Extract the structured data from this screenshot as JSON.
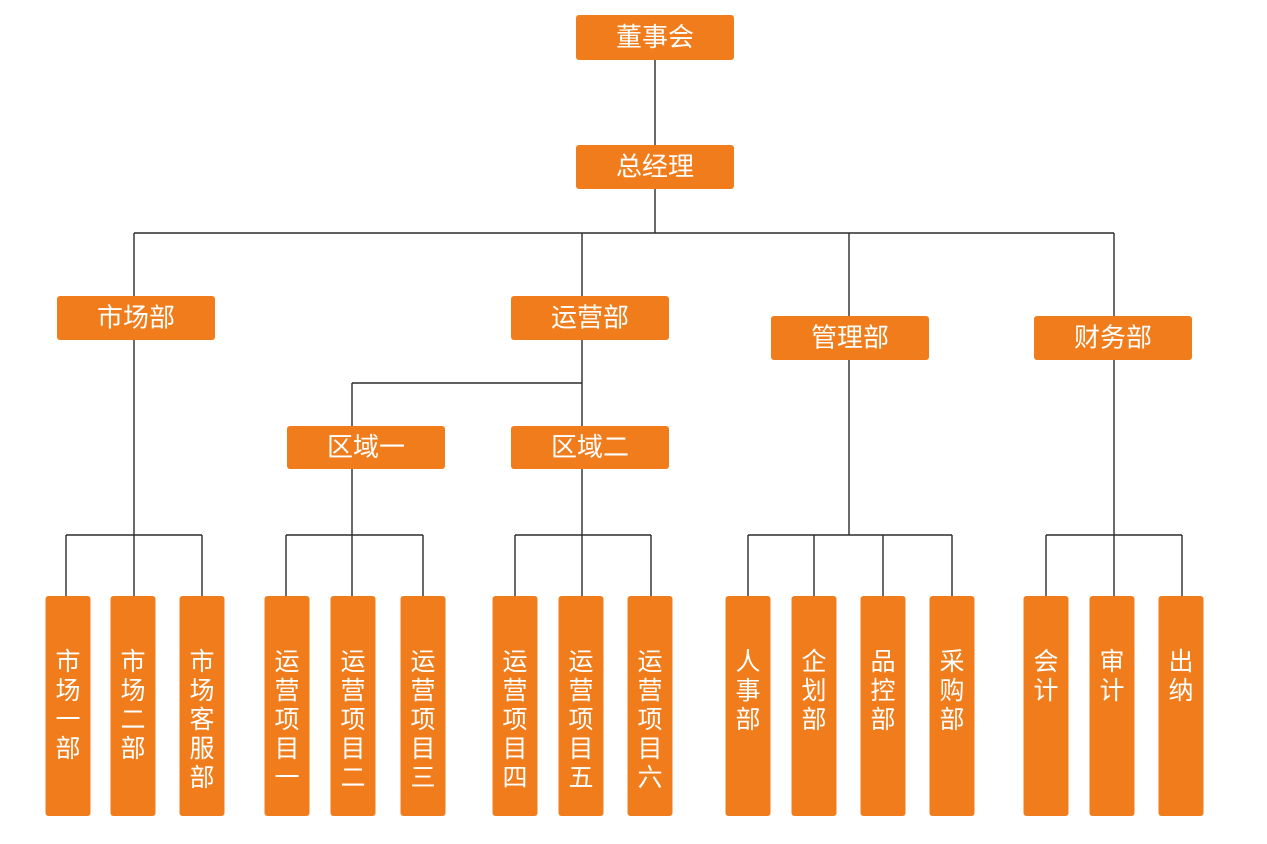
{
  "colors": {
    "node_fill": "#f07c1b",
    "node_text": "#ffffff",
    "connector": "#2b2b2b"
  },
  "chart": {
    "board": "董事会",
    "gm": "总经理",
    "departments": {
      "market": "市场部",
      "operations": "运营部",
      "management": "管理部",
      "finance": "财务部"
    },
    "regions": {
      "region1": "区域一",
      "region2": "区域二"
    },
    "leaves": {
      "market": [
        "市场一部",
        "市场二部",
        "市场客服部"
      ],
      "region1": [
        "运营项目一",
        "运营项目二",
        "运营项目三"
      ],
      "region2": [
        "运营项目四",
        "运营项目五",
        "运营项目六"
      ],
      "management": [
        "人事部",
        "企划部",
        "品控部",
        "采购部"
      ],
      "finance": [
        "会计",
        "审计",
        "出纳"
      ]
    }
  }
}
